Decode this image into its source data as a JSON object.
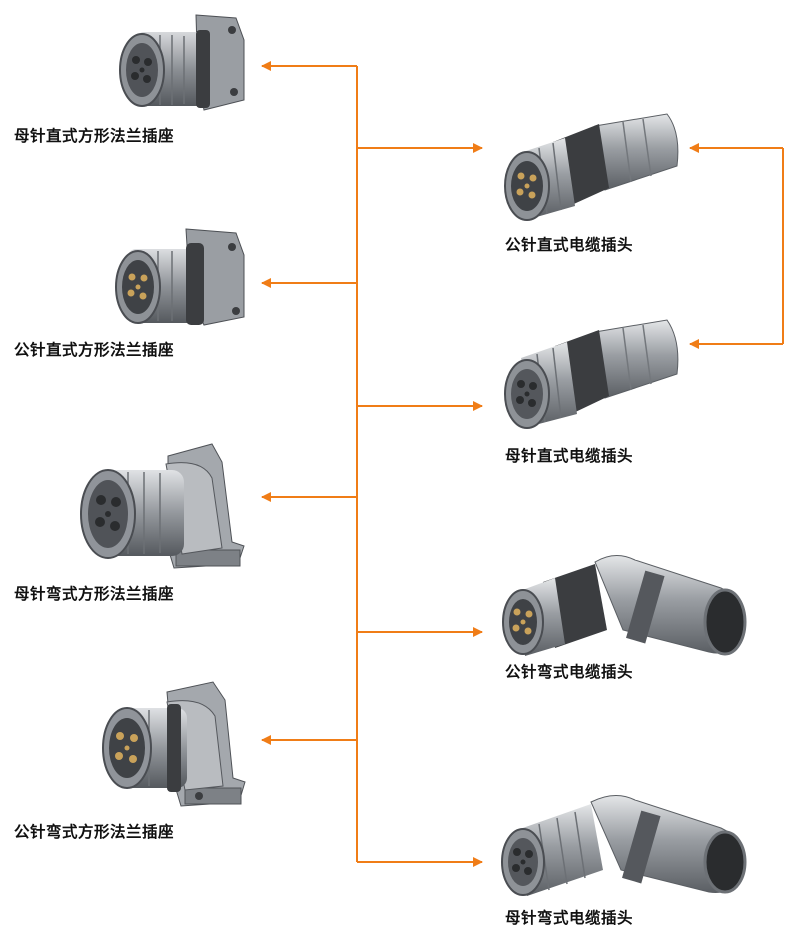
{
  "colors": {
    "connector_line": "#f07d17",
    "label_text": "#111111",
    "metal": "#8d9196",
    "rubber": "#3b3d40"
  },
  "flange_sockets": [
    {
      "label": "母针直式方形法兰插座",
      "icon": "straight-square-flange-socket-female-icon"
    },
    {
      "label": "公针直式方形法兰插座",
      "icon": "straight-square-flange-socket-male-icon"
    },
    {
      "label": "母针弯式方形法兰插座",
      "icon": "angled-square-flange-socket-female-icon"
    },
    {
      "label": "公针弯式方形法兰插座",
      "icon": "angled-square-flange-socket-male-icon"
    }
  ],
  "cable_plugs": [
    {
      "label": "公针直式电缆插头",
      "icon": "straight-cable-plug-male-icon"
    },
    {
      "label": "母针直式电缆插头",
      "icon": "straight-cable-plug-female-icon"
    },
    {
      "label": "公针弯式电缆插头",
      "icon": "angled-cable-plug-male-icon"
    },
    {
      "label": "母针弯式电缆插头",
      "icon": "angled-cable-plug-female-icon"
    }
  ]
}
